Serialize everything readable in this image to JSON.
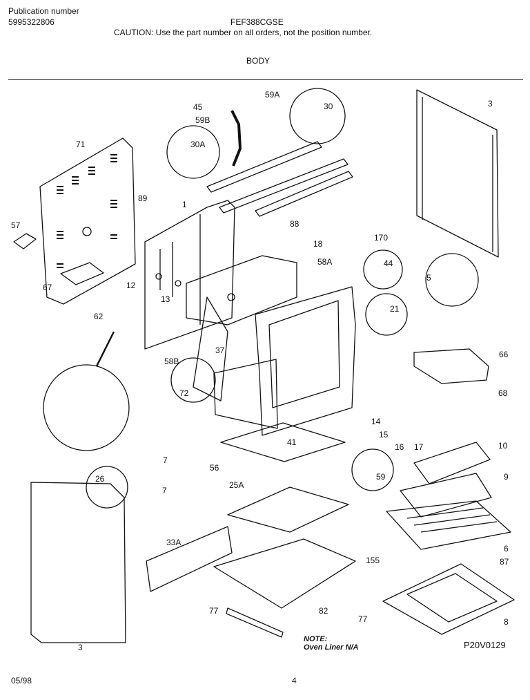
{
  "header": {
    "pub_label": "Publication number",
    "pub_number": "5995322806",
    "model": "FEF388CGSE",
    "caution": "CAUTION:  Use the part number on all orders, not the position number.",
    "section": "BODY"
  },
  "callouts": [
    "71",
    "57",
    "67",
    "89",
    "1",
    "45",
    "59A",
    "59B",
    "30A",
    "30",
    "3",
    "88",
    "18",
    "58A",
    "170",
    "44",
    "5",
    "12",
    "13",
    "62",
    "21",
    "37",
    "58B",
    "72",
    "66",
    "68",
    "14",
    "15",
    "16",
    "17",
    "10",
    "9",
    "7",
    "41",
    "56",
    "59",
    "7",
    "25A",
    "26",
    "33A",
    "6",
    "155",
    "87",
    "77",
    "82",
    "77",
    "8",
    "3"
  ],
  "note": {
    "title": "NOTE:",
    "text": "Oven Liner N/A"
  },
  "diagram_ref": "P20V0129",
  "footer": {
    "date": "05/98",
    "page": "4"
  }
}
